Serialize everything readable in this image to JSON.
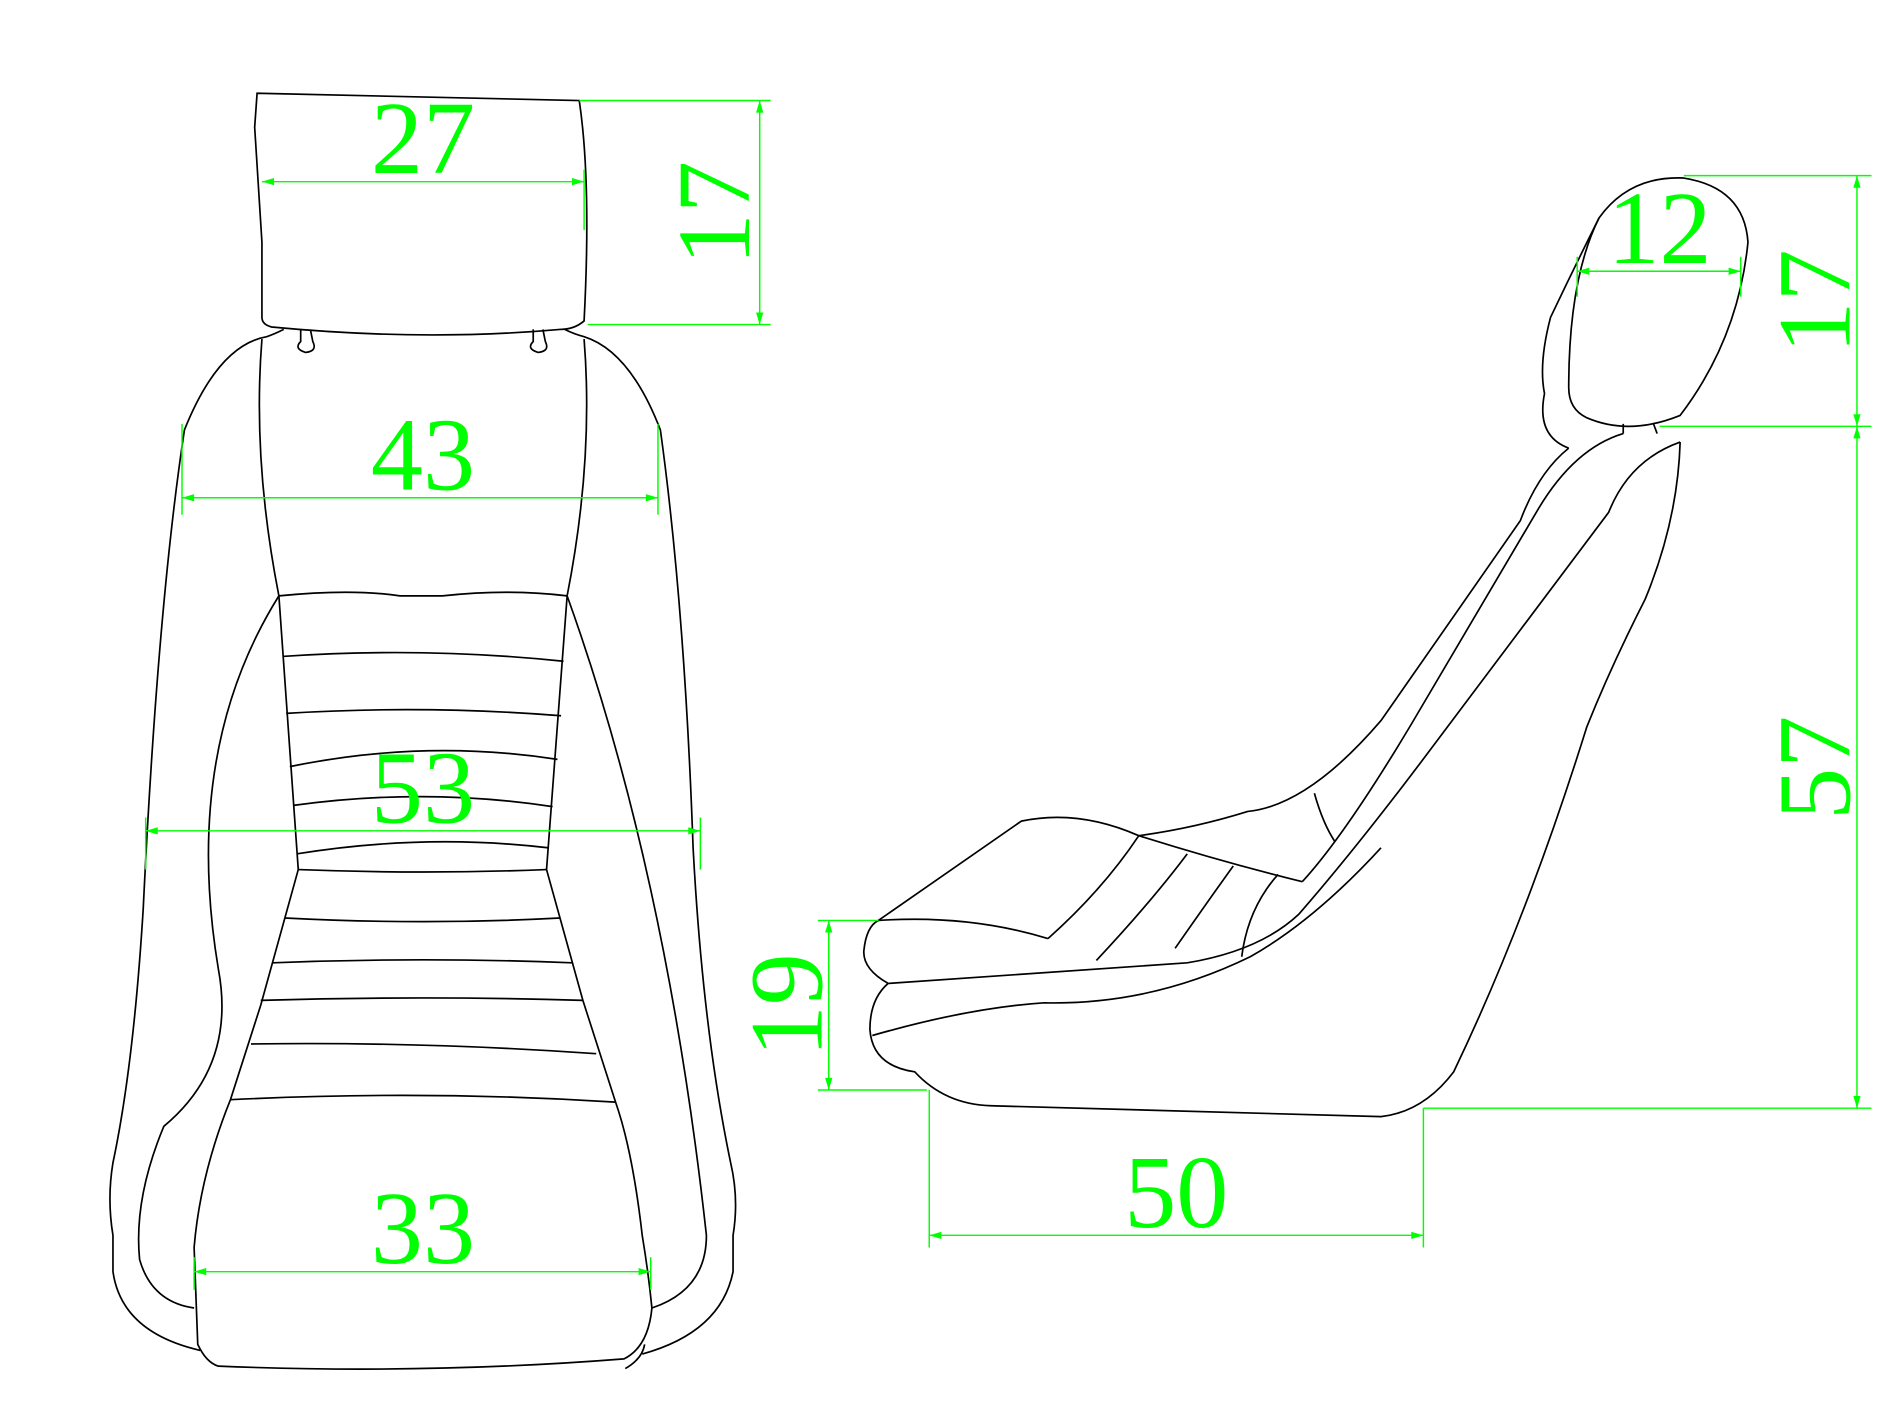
{
  "front_view": {
    "headrest_width": "27",
    "headrest_height": "17",
    "shoulder_width": "43",
    "overall_width": "53",
    "seat_width": "33"
  },
  "side_view": {
    "headrest_depth": "12",
    "headrest_height": "17",
    "backrest_height": "57",
    "seat_front_height": "19",
    "seat_depth": "50"
  },
  "colors": {
    "outline": "#000000",
    "dimension": "#00ff00"
  }
}
